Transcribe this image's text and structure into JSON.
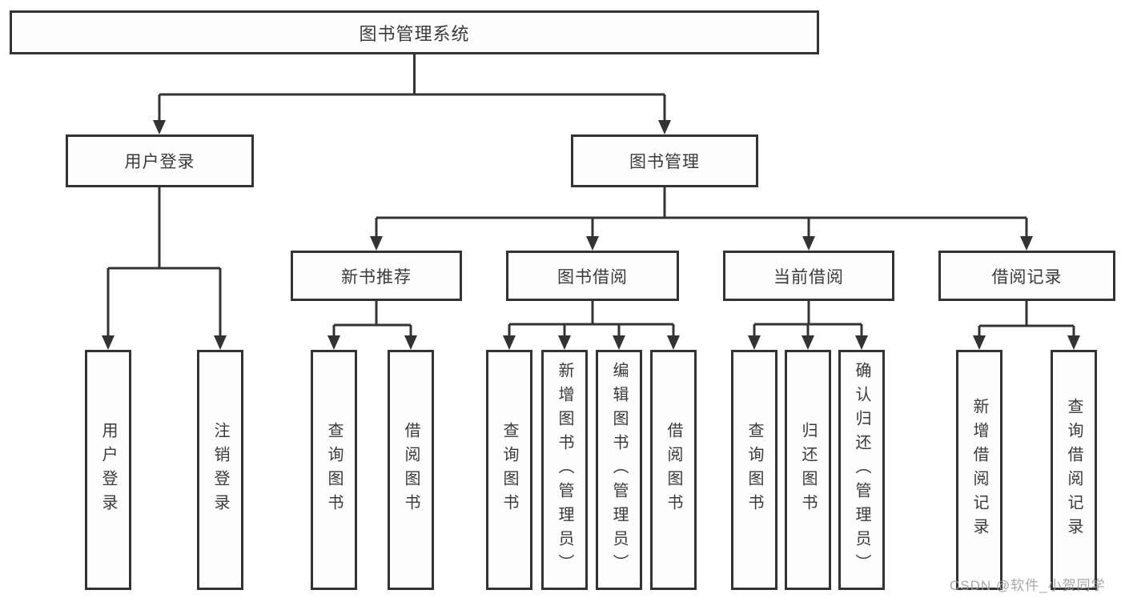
{
  "diagram": {
    "title": "图书管理系统",
    "root": {
      "label": "图书管理系统"
    },
    "level2": {
      "user_login": {
        "label": "用户登录"
      },
      "book_management": {
        "label": "图书管理"
      }
    },
    "level3": {
      "new_book_recommend": {
        "label": "新书推荐"
      },
      "book_borrow": {
        "label": "图书借阅"
      },
      "current_borrow": {
        "label": "当前借阅"
      },
      "borrow_record": {
        "label": "借阅记录"
      }
    },
    "leaves": {
      "user_login": [
        "用户登录",
        "注销登录"
      ],
      "new_book_recommend": [
        "查询图书",
        "借阅图书"
      ],
      "book_borrow": [
        "查询图书",
        "新增图书（管理员）",
        "编辑图书（管理员）",
        "借阅图书"
      ],
      "current_borrow": [
        "查询图书",
        "归还图书",
        "确认归还（管理员）"
      ],
      "borrow_record": [
        "新增借阅记录",
        "查询借阅记录"
      ]
    },
    "colors": {
      "line": "#333333",
      "border": "#333333",
      "text": "#3a3a3a",
      "watermark": "#9e9e9e",
      "background": "#ffffff"
    },
    "watermark": "CSDN @软件_小贺同学"
  }
}
